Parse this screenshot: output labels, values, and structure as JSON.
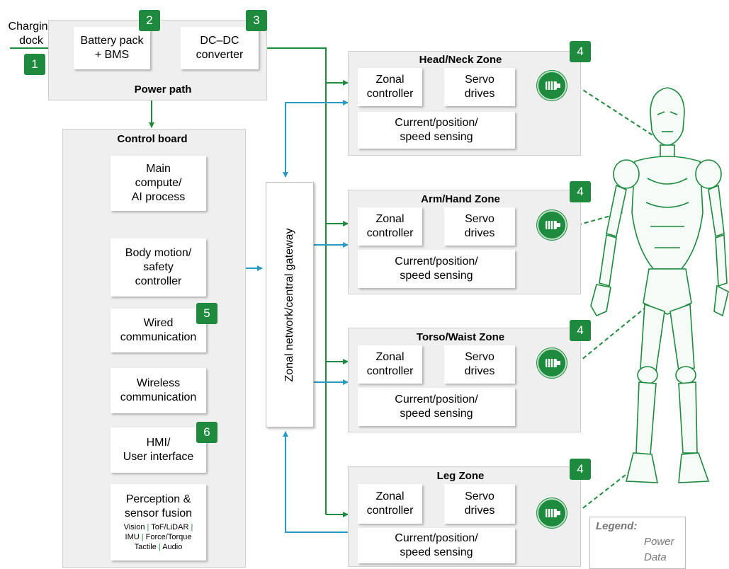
{
  "charging_dock": "Charging\ndock",
  "power": {
    "battery": "Battery pack\n+ BMS",
    "dcdc": "DC–DC\nconverter",
    "panel_title": "Power path",
    "badges": [
      "1",
      "2",
      "3"
    ]
  },
  "control": {
    "title": "Control board",
    "main_compute": "Main\ncompute/\nAI process",
    "body_motion": "Body motion/\nsafety\ncontroller",
    "wired": "Wired\ncommunication",
    "wireless": "Wireless\ncommunication",
    "hmi": "HMI/\nUser interface",
    "perception": "Perception &\nsensor fusion",
    "perception_items": [
      "Vision",
      "ToF/LiDAR",
      "IMU",
      "Force/Torque",
      "Tactile",
      "Audio"
    ],
    "badge_wired": "5",
    "badge_hmi": "6"
  },
  "gateway": "Zonal network/central gateway",
  "zone_common": {
    "zonal": "Zonal\ncontroller",
    "servo": "Servo\ndrives",
    "sensing": "Current/position/\nspeed sensing",
    "badge": "4"
  },
  "zones": [
    {
      "title": "Head/Neck Zone"
    },
    {
      "title": "Arm/Hand Zone"
    },
    {
      "title": "Torso/Waist Zone"
    },
    {
      "title": "Leg Zone"
    }
  ],
  "legend": {
    "title": "Legend:",
    "power": "Power",
    "data": "Data"
  },
  "colors": {
    "power": "#1e8a3e",
    "data": "#2a9ac2",
    "panel": "#efefef"
  }
}
